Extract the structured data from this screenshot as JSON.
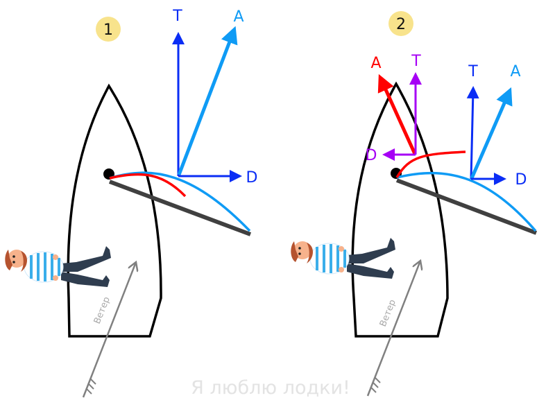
{
  "colors": {
    "hull": "#000000",
    "boom": "#404040",
    "sail_blue": "#0f9bf5",
    "sail_red": "#ff0000",
    "true_wind": "#0a2df5",
    "apparent_blue": "#0f9bf5",
    "apparent_red": "#ff0000",
    "purple": "#a600f5",
    "badge": "#f8e38c",
    "wind_arrow": "#808080",
    "caption": "#e3e3e3"
  },
  "panels": [
    {
      "badge": "1",
      "vectors": {
        "T": "T",
        "A": "A",
        "D": "D"
      },
      "wind_label": "Ветер"
    },
    {
      "badge": "2",
      "vectors": {
        "T": "T",
        "A": "A",
        "D": "D"
      },
      "extra_vectors": {
        "T": "T",
        "A": "A",
        "D": "D"
      },
      "wind_label": "Ветер"
    }
  ],
  "caption": "Я люблю лодки!"
}
